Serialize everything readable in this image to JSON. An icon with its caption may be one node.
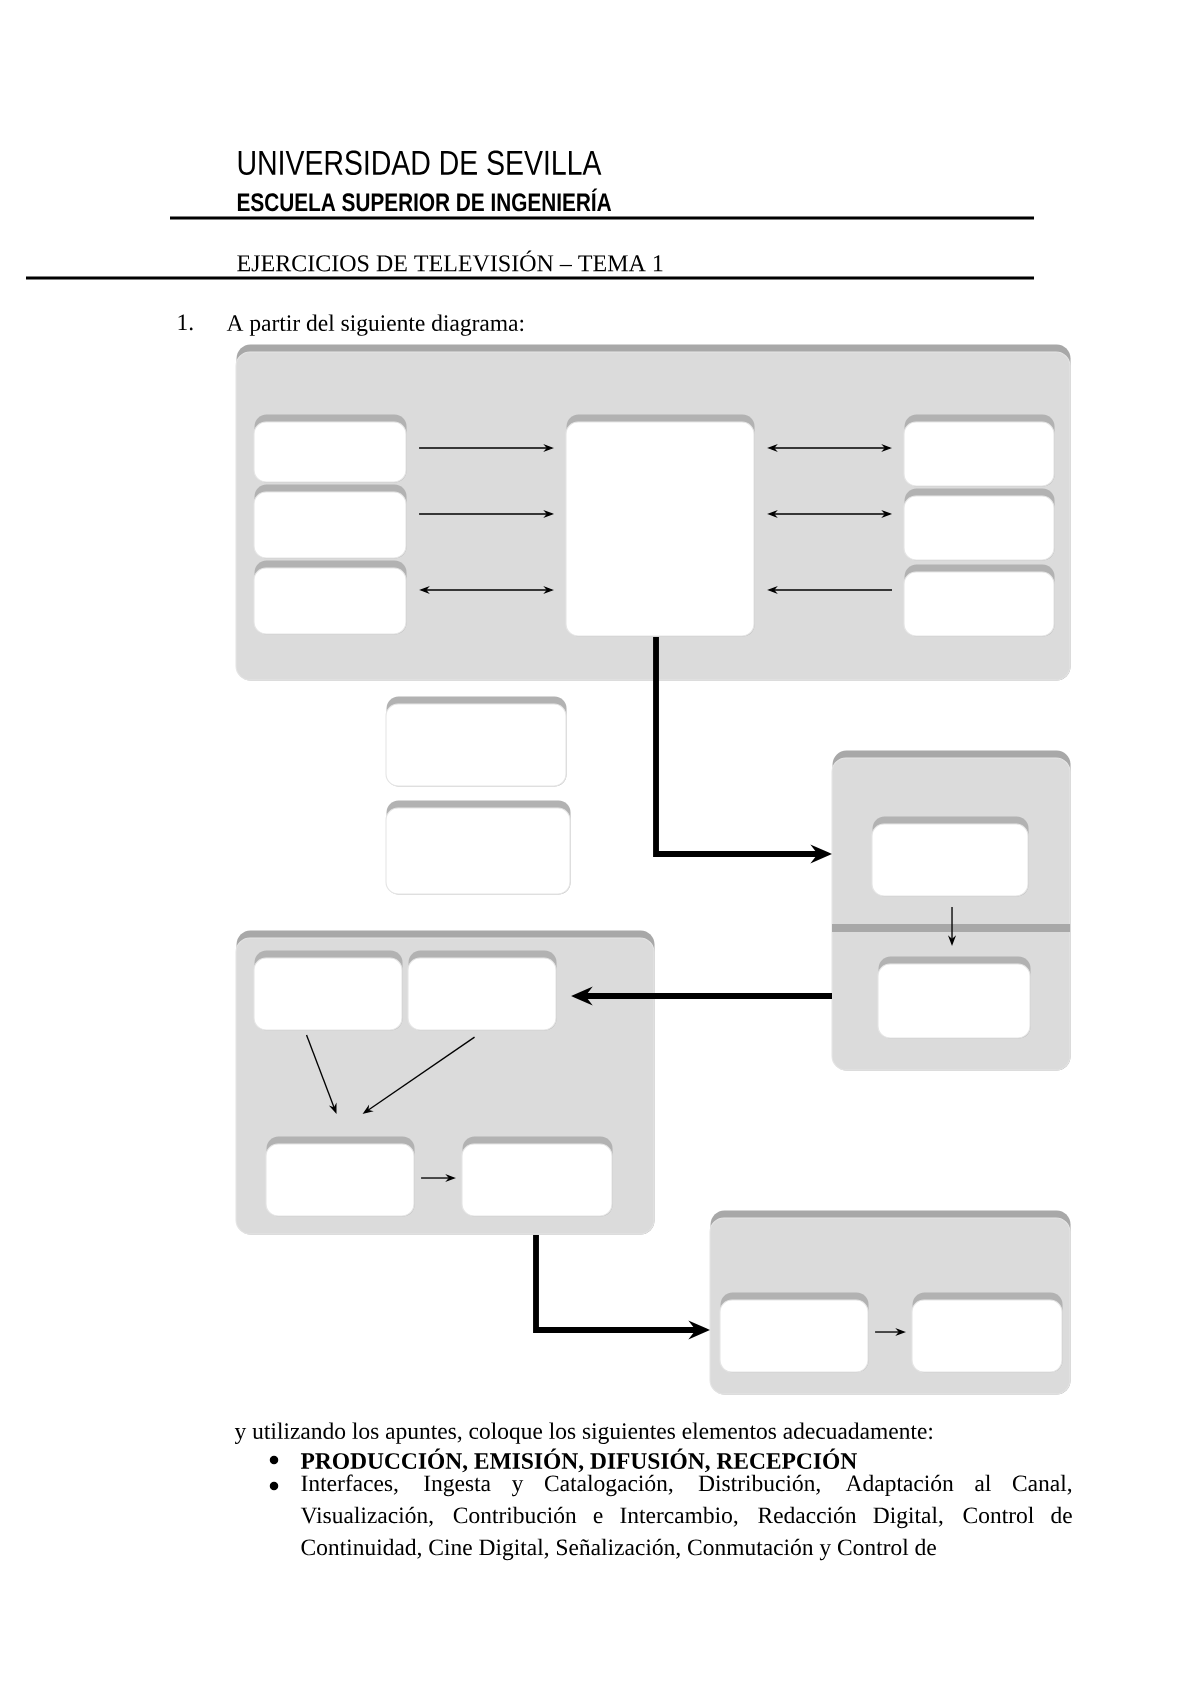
{
  "diagram": {
    "nodes": [
      {
        "text": [],
        "shape": "box"
      },
      {
        "text": [],
        "shape": "box",
        "in": 0
      },
      {
        "text": [],
        "shape": "box",
        "in": 0
      },
      {
        "text": [],
        "shape": "box",
        "in": 0
      },
      {
        "text": [],
        "shape": "box",
        "in": 0
      },
      {
        "text": [],
        "shape": "box",
        "in": 0
      },
      {
        "text": [],
        "shape": "box",
        "in": 0
      },
      {
        "text": [],
        "shape": "box",
        "in": 0
      },
      {
        "text": [],
        "shape": "box"
      },
      {
        "text": [],
        "shape": "box"
      },
      {
        "text": [],
        "shape": "box"
      },
      {
        "text": [],
        "shape": "box",
        "in": 10
      },
      {
        "text": [],
        "shape": "box",
        "in": 10
      },
      {
        "text": [],
        "shape": "box"
      },
      {
        "text": [],
        "shape": "box",
        "in": 13
      },
      {
        "text": [],
        "shape": "box",
        "in": 13
      },
      {
        "text": [],
        "shape": "box",
        "in": 13
      },
      {
        "text": [],
        "shape": "box",
        "in": 13
      },
      {
        "text": [],
        "shape": "box"
      },
      {
        "text": [],
        "shape": "box",
        "in": 18
      },
      {
        "text": [],
        "shape": "box",
        "in": 18
      }
    ],
    "edges": [
      {
        "from": 1,
        "to": 4,
        "arrow": "to"
      },
      {
        "from": 2,
        "to": 4,
        "arrow": "to"
      },
      {
        "from": 3,
        "to": 4,
        "arrow": "both"
      },
      {
        "from": 4,
        "to": 5,
        "arrow": "both"
      },
      {
        "from": 4,
        "to": 6,
        "arrow": "both"
      },
      {
        "from": 7,
        "to": 4,
        "arrow": "to"
      },
      {
        "from": 4,
        "to": 10,
        "arrow": "to",
        "style": "thick"
      },
      {
        "from": 11,
        "to": 12,
        "arrow": "to"
      },
      {
        "from": 10,
        "to": 15,
        "arrow": "to",
        "style": "thick"
      },
      {
        "from": 14,
        "to": 16,
        "arrow": "to"
      },
      {
        "from": 15,
        "to": 16,
        "arrow": "to"
      },
      {
        "from": 16,
        "to": 17,
        "arrow": "to"
      },
      {
        "from": 13,
        "to": 18,
        "arrow": "to",
        "style": "thick"
      },
      {
        "from": 19,
        "to": 20,
        "arrow": "to"
      }
    ],
    "labels": [
      "UNIVERSIDAD DE SEVILLA",
      "ESCUELA SUPERIOR DE INGENIERÍA",
      "EJERCICIOS DE TELEVISIÓN – TEMA 1",
      "1.",
      "A partir del siguiente diagrama:",
      "y utilizando los apuntes, coloque los siguientes elementos adecuadamente:",
      "PRODUCCIÓN, EMISIÓN, DIFUSIÓN, RECEPCIÓN",
      "Interfaces, Ingesta y Catalogación, Distribución, Adaptación al Canal, Visualización, Contribución e Intercambio, Redacción Digital, Control de Continuidad, Cine Digital, Señalización, Conmutación y Control de"
    ]
  }
}
